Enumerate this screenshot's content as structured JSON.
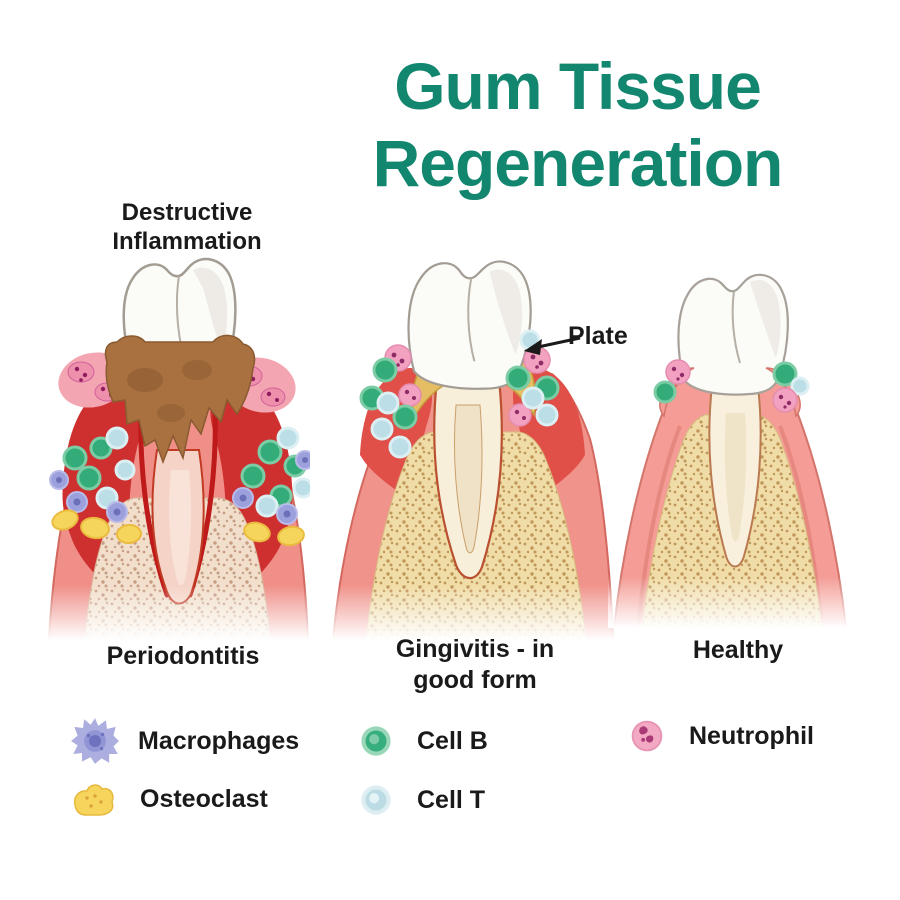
{
  "title": {
    "text": "Gum Tissue Regeneration",
    "line1": "Gum Tissue",
    "line2": "Regeneration",
    "color": "#13866F"
  },
  "annotations": {
    "destructive_inflammation": {
      "text": "Destructive Inflammation",
      "line1": "Destructive",
      "line2": "Inflammation"
    },
    "plate": "Plate"
  },
  "stages": [
    {
      "id": "periodontitis",
      "label": "Periodontitis"
    },
    {
      "id": "gingivitis",
      "label": "Gingivitis - in good form",
      "line1": "Gingivitis - in",
      "line2": "good form"
    },
    {
      "id": "healthy",
      "label": "Healthy"
    }
  ],
  "legend": {
    "macrophages": {
      "label": "Macrophages",
      "color": "#ABAEDF"
    },
    "osteoclast": {
      "label": "Osteoclast",
      "color": "#F7D45C"
    },
    "cell_b": {
      "label": "Cell B",
      "color": "#3BB181"
    },
    "cell_t": {
      "label": "Cell T",
      "color": "#BCDCE5"
    },
    "neutrophil": {
      "label": "Neutrophil",
      "color": "#F3A9C4"
    }
  },
  "colors": {
    "background": "#FFFFFF",
    "title_teal": "#13866F",
    "text_black": "#1A1A1A",
    "gum_pink": "#F29B94",
    "gum_red": "#CE2F2F",
    "bone_tan": "#F0DCA6",
    "bone_pink": "#F2DFCB",
    "tartar_brown": "#A8713F",
    "plaque_yellow": "#E5BE63",
    "crown_white": "#FBFBF8"
  }
}
